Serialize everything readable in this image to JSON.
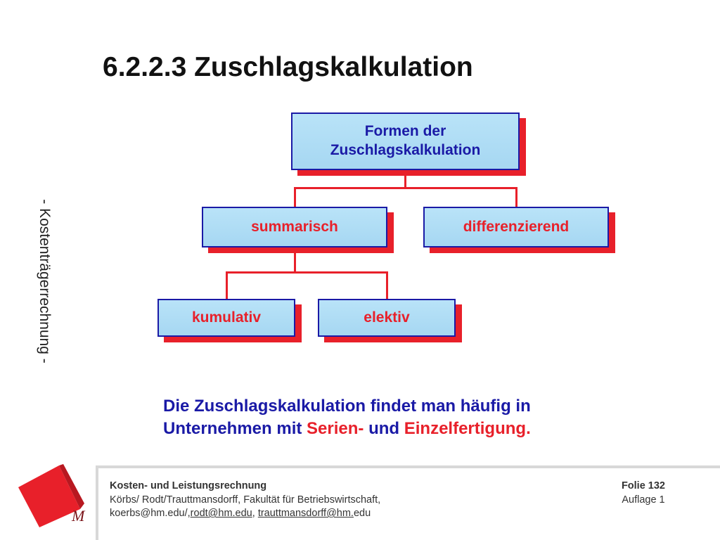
{
  "title": "6.2.2.3 Zuschlagskalkulation",
  "side_label": "- Kostenträgerrechnung -",
  "diagram": {
    "root": {
      "line1": "Formen der",
      "line2": "Zuschlagskalkulation"
    },
    "summarisch": "summarisch",
    "differenzierend": "differenzierend",
    "kumulativ": "kumulativ",
    "elektiv": "elektiv"
  },
  "statement": {
    "line1": "Die Zuschlagskalkulation findet man häufig in",
    "line2_prefix": "Unternehmen mit ",
    "line2_red1": "Serien-",
    "line2_mid": " und ",
    "line2_red2": "Einzelfertigung."
  },
  "footer": {
    "course": "Kosten- und Leistungsrechnung",
    "authors": "Körbs/ Rodt/Trauttmansdorff, Fakultät für Betriebswirtschaft,",
    "email1": "koerbs@hm.edu/,",
    "email2": "rodt@hm.edu",
    "separator": ", ",
    "email3_link": "trauttmansdorff@hm.",
    "email3_rest": "edu",
    "slide": "Folie 132",
    "edition": "Auflage 1",
    "logo_letter": "M"
  },
  "colors": {
    "box_fill": "#b9e3f8",
    "box_border": "#1a1aa6",
    "shadow_red": "#e8202a",
    "text_blue": "#1a1aa6",
    "text_red": "#e8202a"
  }
}
